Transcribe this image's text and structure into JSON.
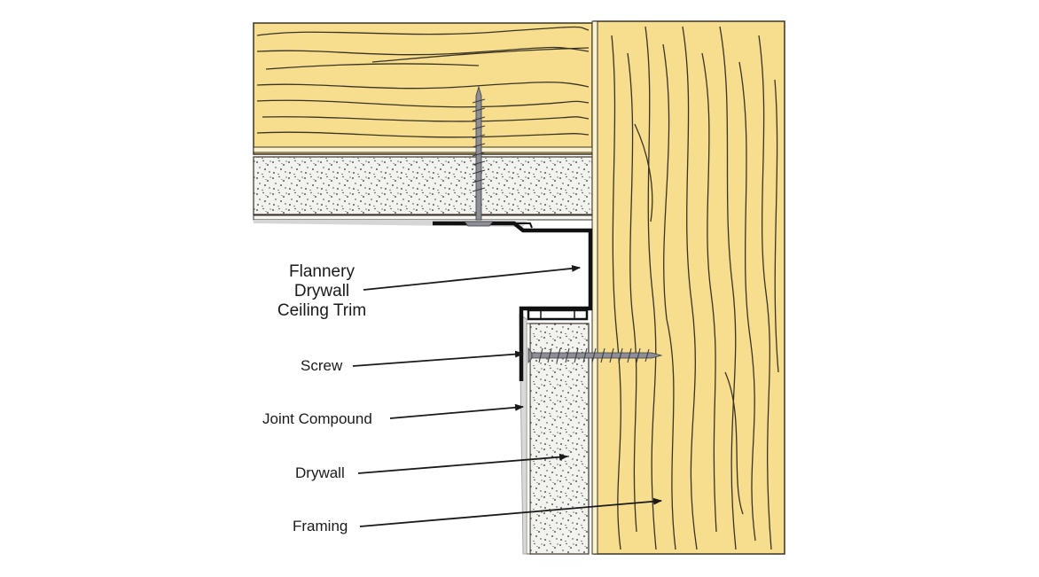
{
  "labels": {
    "trim_line1": "Flannery",
    "trim_line2": "Drywall",
    "trim_line3": "Ceiling Trim",
    "screw": "Screw",
    "joint_compound": "Joint Compound",
    "drywall": "Drywall",
    "framing": "Framing"
  },
  "colors": {
    "wood": "#f6de8e",
    "wood_grain": "#3a3325",
    "drywall": "#f1f1ec",
    "drywall_dots": "#2b2b2b",
    "trim": "#111111",
    "screw": "#8e8e96",
    "compound": "#d9d9d9"
  }
}
